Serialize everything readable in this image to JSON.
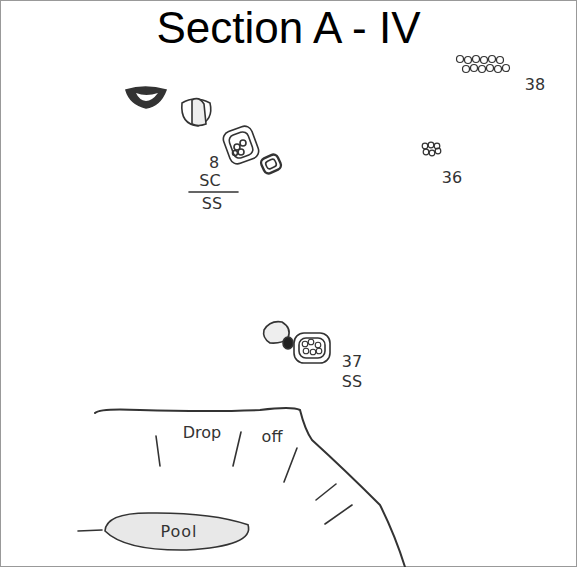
{
  "diagram": {
    "title": "Section A - IV",
    "nodes": [
      {
        "text": [
          "Pool"
        ]
      }
    ],
    "labels": [
      "8",
      "SC",
      "SS",
      "38",
      "36",
      "37",
      "SS",
      "Drop",
      "off"
    ]
  }
}
